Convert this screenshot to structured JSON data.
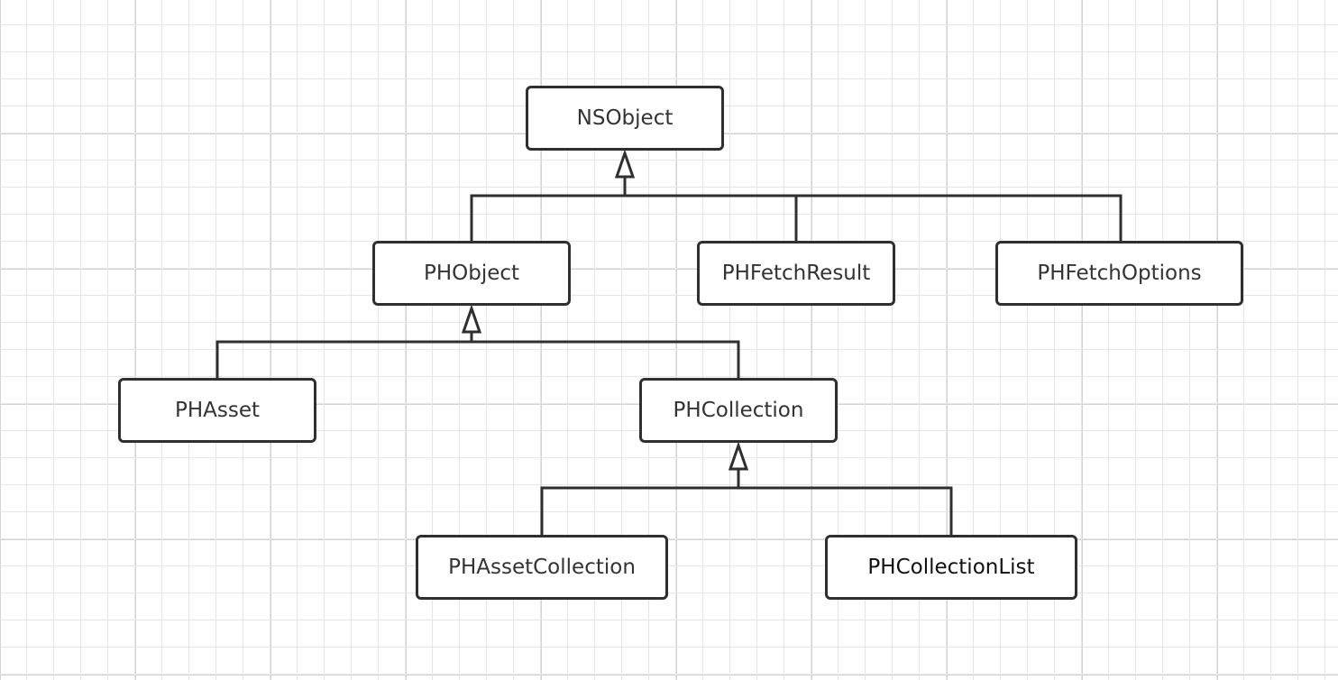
{
  "diagram": {
    "nodes": [
      {
        "id": "nsobject",
        "label": "NSObject"
      },
      {
        "id": "phobject",
        "label": "PHObject"
      },
      {
        "id": "phfetchresult",
        "label": "PHFetchResult"
      },
      {
        "id": "phfetchoptions",
        "label": "PHFetchOptions"
      },
      {
        "id": "phasset",
        "label": "PHAsset"
      },
      {
        "id": "phcollection",
        "label": "PHCollection"
      },
      {
        "id": "phassetcollection",
        "label": "PHAssetCollection"
      },
      {
        "id": "phcollectionlist",
        "label": "PHCollectionList"
      }
    ],
    "edges": [
      {
        "from": "phobject",
        "to": "nsobject",
        "type": "inheritance"
      },
      {
        "from": "phfetchresult",
        "to": "nsobject",
        "type": "inheritance"
      },
      {
        "from": "phfetchoptions",
        "to": "nsobject",
        "type": "inheritance"
      },
      {
        "from": "phasset",
        "to": "phobject",
        "type": "inheritance"
      },
      {
        "from": "phcollection",
        "to": "phobject",
        "type": "inheritance"
      },
      {
        "from": "phassetcollection",
        "to": "phcollection",
        "type": "inheritance"
      },
      {
        "from": "phcollectionlist",
        "to": "phcollection",
        "type": "inheritance"
      }
    ],
    "colors": {
      "stroke": "#2f2f2f",
      "text": "#333333",
      "grid": "#e6e6e6",
      "background": "#ffffff"
    }
  }
}
